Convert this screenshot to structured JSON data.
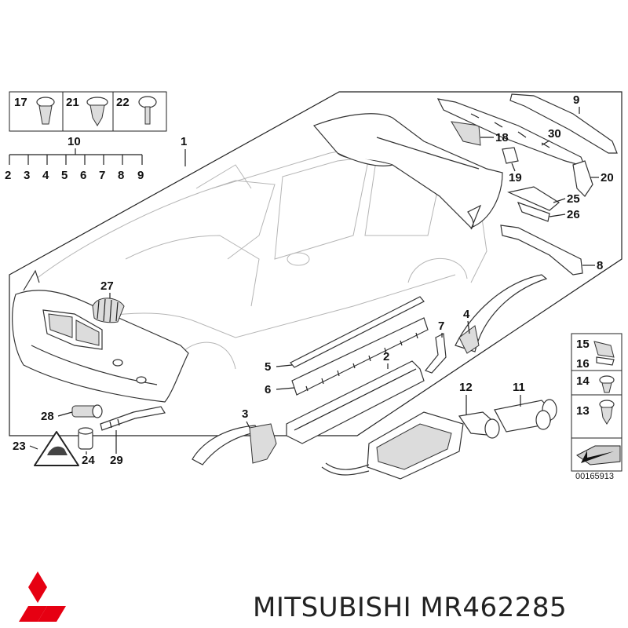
{
  "diagram": {
    "part_labels": {
      "p1": "1",
      "p2": "2",
      "p3": "3",
      "p4": "4",
      "p5": "5",
      "p6": "6",
      "p7": "7",
      "p8": "8",
      "p9": "9",
      "p10": "10",
      "p11": "11",
      "p12": "12",
      "p13": "13",
      "p14": "14",
      "p15": "15",
      "p16": "16",
      "p17": "17",
      "p18": "18",
      "p19": "19",
      "p20": "20",
      "p21": "21",
      "p22": "22",
      "p23": "23",
      "p24": "24",
      "p25": "25",
      "p26": "26",
      "p27": "27",
      "p28": "28",
      "p29": "29",
      "p30": "30"
    },
    "fastener_row": [
      "17",
      "21",
      "22"
    ],
    "sub_row": [
      "2",
      "3",
      "4",
      "5",
      "6",
      "7",
      "8",
      "9"
    ],
    "sub_row_group": "10",
    "diagram_code": "00165913"
  },
  "footer": {
    "brand_text": "MITSUBISHI MR462285",
    "logo_color": "#e60012"
  }
}
